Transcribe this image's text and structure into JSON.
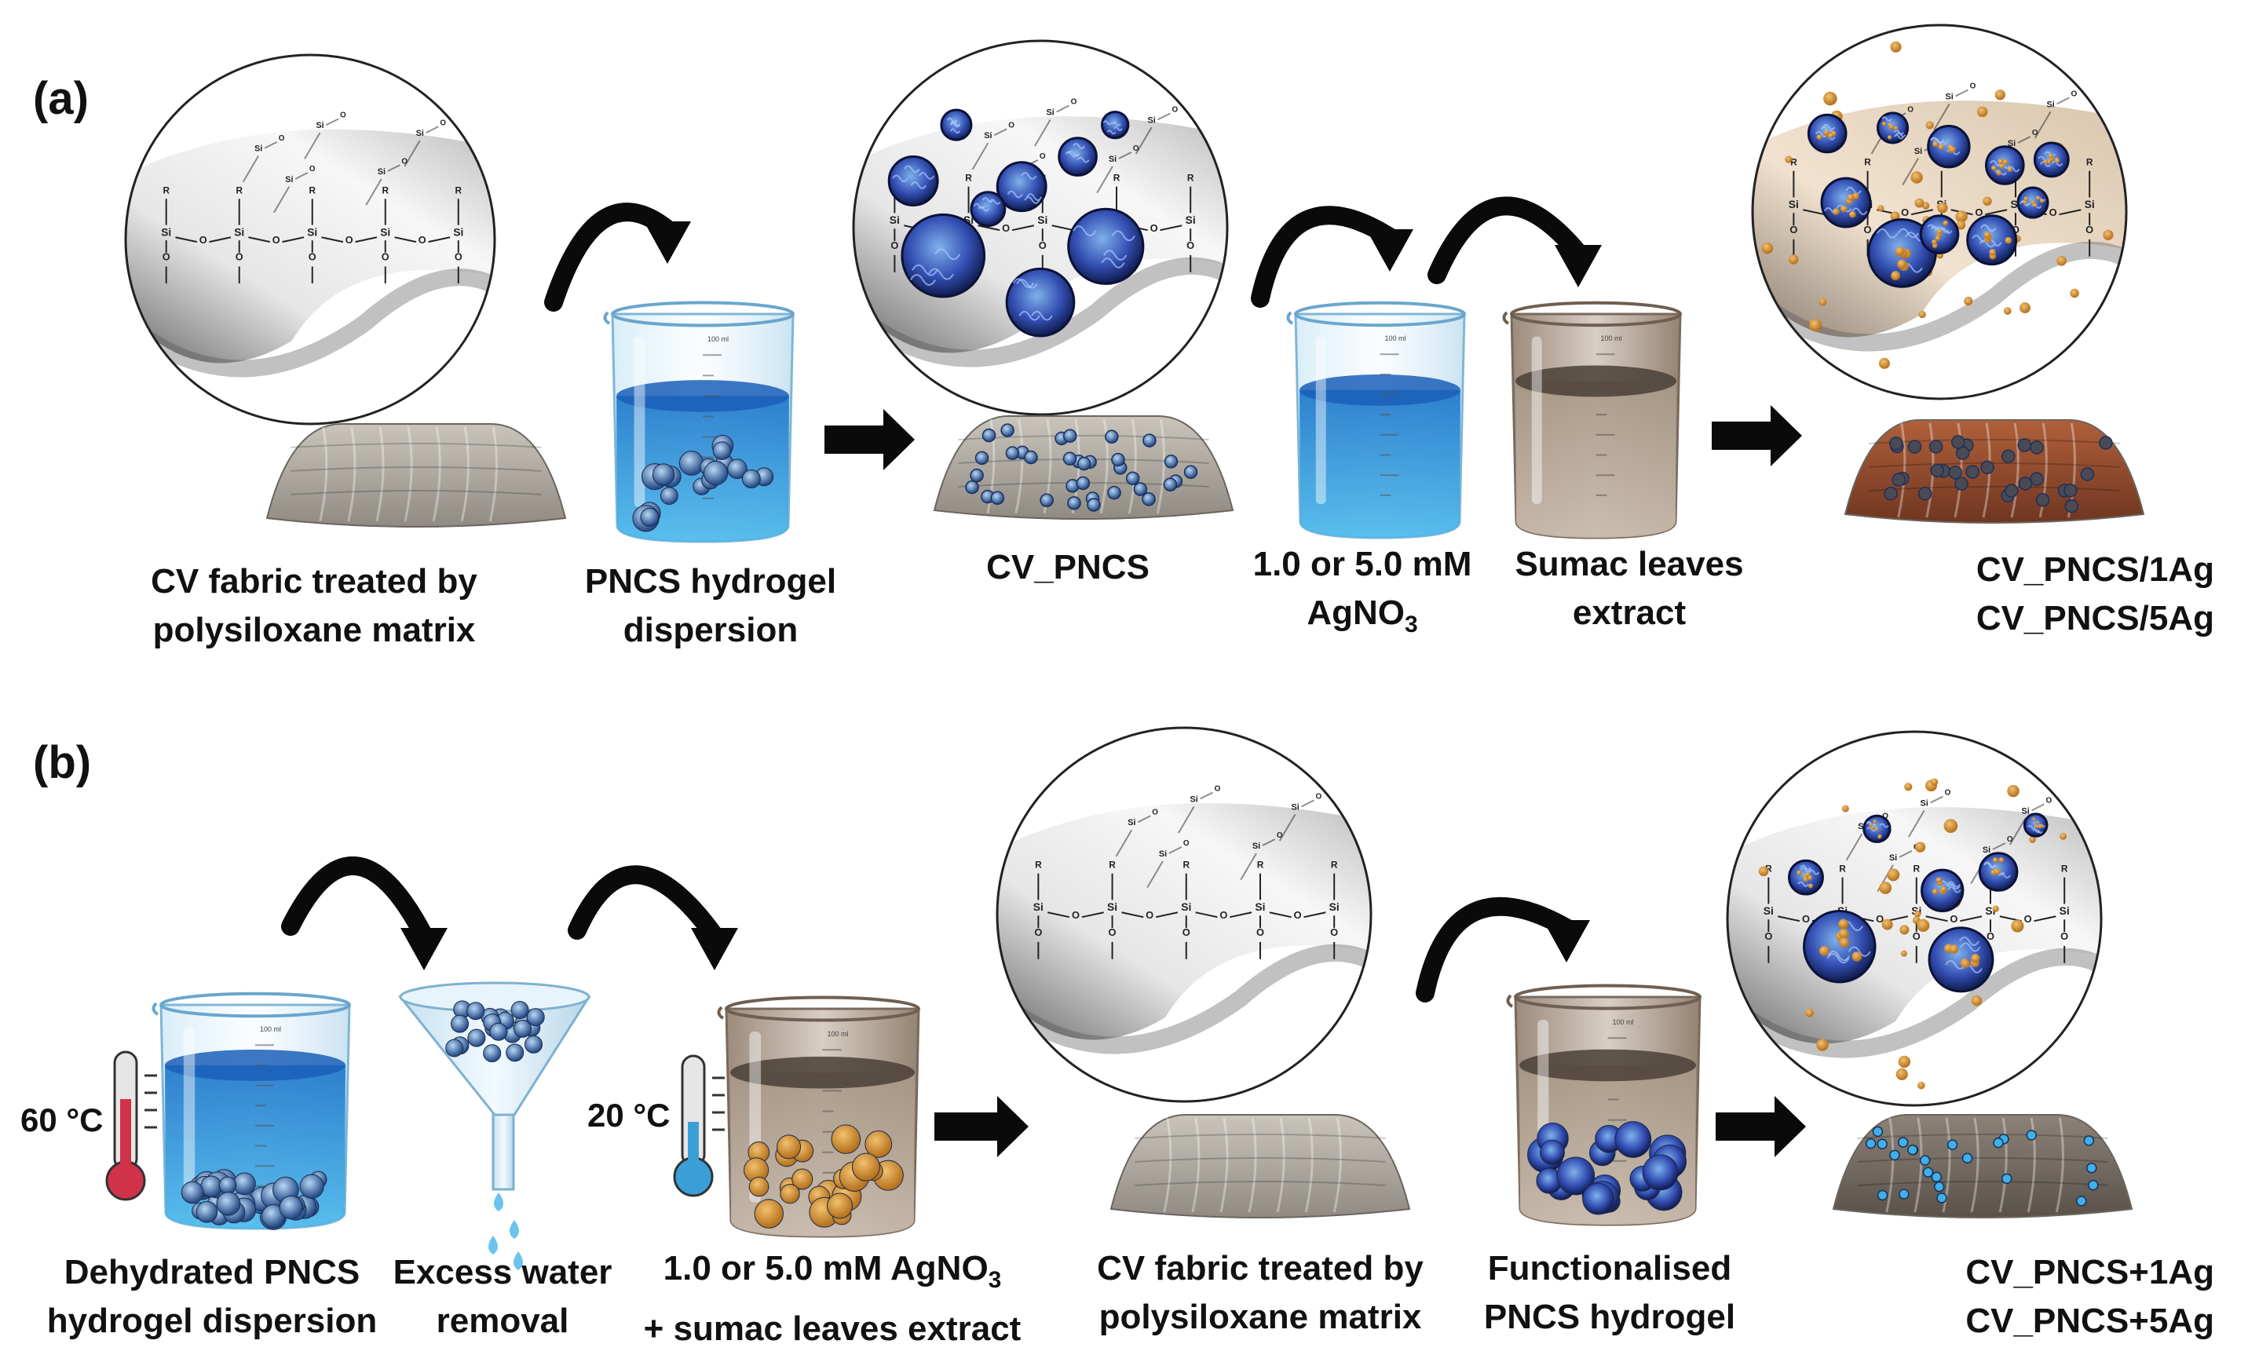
{
  "panel_a": {
    "label": "(a)",
    "steps": [
      {
        "line1": "CV fabric treated by",
        "line2": "polysiloxane matrix"
      },
      {
        "line1": "PNCS hydrogel",
        "line2": "dispersion"
      },
      {
        "line1": "CV_PNCS",
        "line2": ""
      },
      {
        "line1": "1.0 or 5.0 mM",
        "line2": "AgNO",
        "line2_sub": "3"
      },
      {
        "line1": "Sumac leaves",
        "line2": "extract"
      },
      {
        "line1": "CV_PNCS/1Ag",
        "line2": "CV_PNCS/5Ag"
      }
    ]
  },
  "panel_b": {
    "label": "(b)",
    "temp1": "60 °C",
    "temp2": "20 °C",
    "steps": [
      {
        "line1": "Dehydrated PNCS",
        "line2": "hydrogel dispersion"
      },
      {
        "line1": "Excess water",
        "line2": "removal"
      },
      {
        "line1": "1.0 or 5.0 mM AgNO",
        "line1_sub": "3",
        "line2": "+ sumac leaves extract"
      },
      {
        "line1": "CV fabric treated by",
        "line2": "polysiloxane matrix"
      },
      {
        "line1": "Functionalised",
        "line2": "PNCS hydrogel"
      },
      {
        "line1": "CV_PNCS+1Ag",
        "line2": "CV_PNCS+5Ag"
      }
    ]
  },
  "molecule": {
    "si": "Si",
    "o": "O",
    "r": "R"
  },
  "beaker_mark": "100 ml",
  "colors": {
    "arrow": "#0a0a0a",
    "blue_liquid": "#1f8fd8",
    "brown_liquid": "#8c7a6a",
    "fabric_grey": "#a9a59c",
    "fabric_brown": "#8a4a2e",
    "nanogel": "#2b3f9e",
    "silver_particle": "#d89a3a",
    "thermo_red": "#d0324a",
    "thermo_blue": "#3a9fd6"
  }
}
